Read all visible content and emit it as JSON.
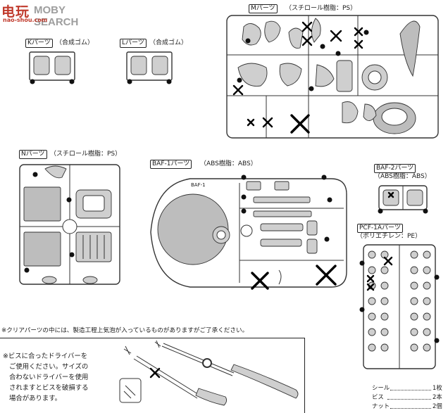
{
  "watermark": {
    "logo_text": "电玩",
    "brand": "MOBY SEARCH",
    "url": "nao-shou.com"
  },
  "parts": {
    "M": {
      "name": "Mパーツ",
      "material": "（スチロール樹脂：PS）"
    },
    "K": {
      "name": "Kパーツ",
      "material": "（合成ゴム）"
    },
    "L": {
      "name": "Lパーツ",
      "material": "（合成ゴム）"
    },
    "N": {
      "name": "Nパーツ",
      "material": "（スチロール樹脂：PS）"
    },
    "BAF1": {
      "name": "BAF-1パーツ",
      "material": "（ABS樹脂：ABS）",
      "runner_tag": "BAF-1"
    },
    "BAF2": {
      "name": "BAF-2パーツ",
      "material": "（ABS樹脂：ABS）"
    },
    "PCF1A": {
      "name": "PCF-1Aパーツ",
      "material": "（ポリエチレン：PE）"
    }
  },
  "notes": {
    "clear_parts": "※クリアパーツの中には、製造工程上気泡が入っているものがありますがご了承ください。",
    "screw_line1": "※ビスに合ったドライバーを",
    "screw_line2": "ご使用ください。サイズの",
    "screw_line3": "合わないドライバーを使用",
    "screw_line4": "されますとビスを破損する",
    "screw_line5": "場合があります。"
  },
  "inventory": [
    {
      "item": "シール",
      "qty": "1枚"
    },
    {
      "item": "ビス",
      "qty": "2本"
    },
    {
      "item": "ナット",
      "qty": "2個"
    }
  ]
}
